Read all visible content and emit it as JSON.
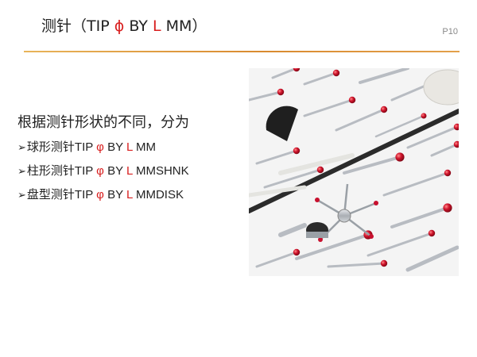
{
  "slide": {
    "title": {
      "prefix": "测针（TIP",
      "phi": "ϕ",
      "by": "BY",
      "l": "L",
      "suffix": "MM）"
    },
    "page_number": "P10",
    "intro": "根据测针形状的不同，分为",
    "bullets": [
      {
        "arrow": "➢",
        "name": "球形测针TIP",
        "phi": "φ",
        "by": "BY",
        "l": "L",
        "unit": "MM"
      },
      {
        "arrow": "➢",
        "name": "柱形测针TIP",
        "phi": "φ",
        "by": "BY",
        "l": "L",
        "unit": "MMSHNK"
      },
      {
        "arrow": "➢",
        "name": "盘型测针TIP",
        "phi": "φ",
        "by": "BY",
        "l": "L",
        "unit": "MMDISK"
      }
    ]
  },
  "colors": {
    "accent_red": "#d81e1e",
    "rule_orange": "#d98a2f",
    "ruby": "#c8102e",
    "steel": "#b8bcc2",
    "carbon": "#2b2b2b",
    "ceramic": "#eeeeea"
  }
}
